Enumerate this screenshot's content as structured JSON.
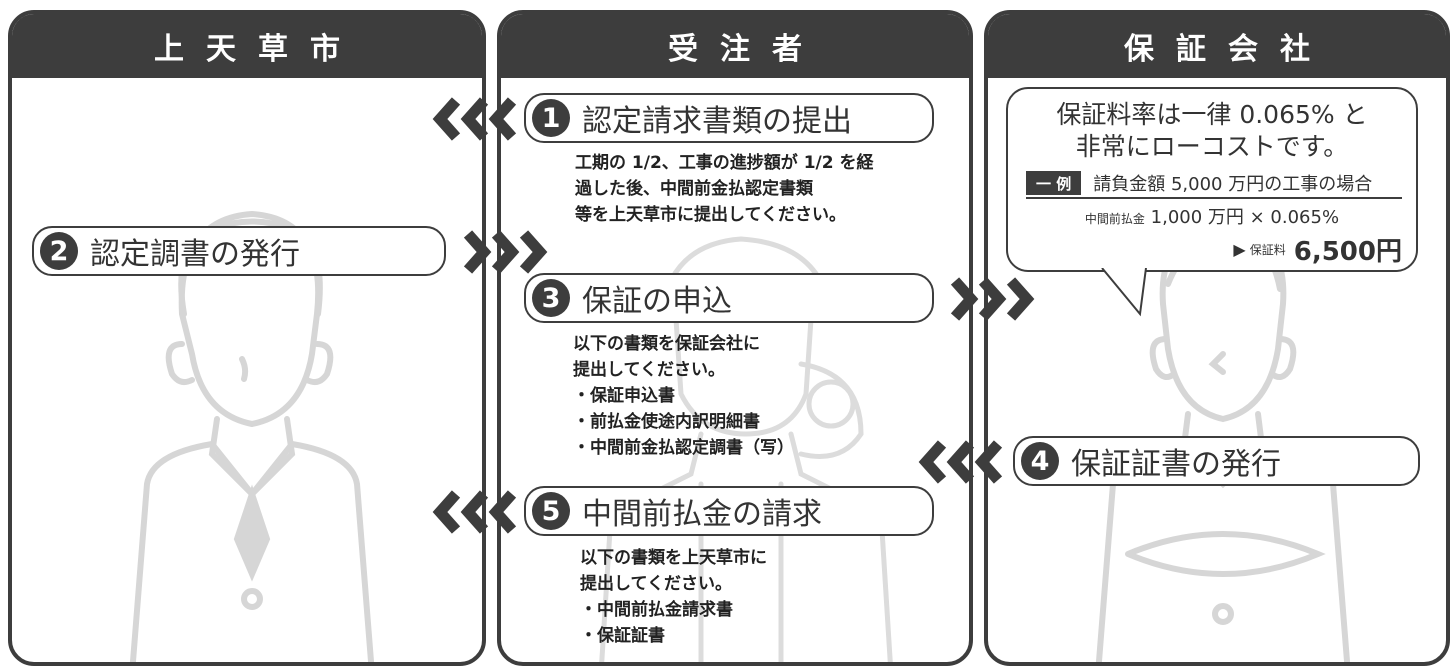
{
  "columns": [
    {
      "header": "上天草市"
    },
    {
      "header": "受注者"
    },
    {
      "header": "保証会社"
    }
  ],
  "steps": {
    "s1": {
      "num": "1",
      "label": "認定請求書類の提出"
    },
    "s2": {
      "num": "2",
      "label": "認定調書の発行"
    },
    "s3": {
      "num": "3",
      "label": "保証の申込"
    },
    "s4": {
      "num": "4",
      "label": "保証証書の発行"
    },
    "s5": {
      "num": "5",
      "label": "中間前払金の請求"
    }
  },
  "desc1": [
    "工期の 1/2、工事の進捗額が 1/2 を経",
    "過した後、中間前金払認定書類",
    "等を上天草市に提出してください。"
  ],
  "desc3": [
    "以下の書類を保証会社に",
    "提出してください。",
    "・保証申込書",
    "・前払金使途内訳明細書",
    "・中間前金払認定調書（写）"
  ],
  "desc5": [
    "以下の書類を上天草市に",
    "提出してください。",
    "・中間前払金請求書",
    "・保証証書"
  ],
  "bubble": {
    "line1": "保証料率は一律 0.065% と",
    "line2": "非常にローコストです。",
    "example_tag": "一 例",
    "example_text": "請負金額 5,000 万円の工事の場合",
    "calc_label": "中間前払金",
    "calc_value": "1,000 万円 × 0.065%",
    "result_label": "保証料",
    "result_value": "6,500円"
  },
  "colors": {
    "dark": "#3d3d3d",
    "figure": "#d9d9d9"
  }
}
